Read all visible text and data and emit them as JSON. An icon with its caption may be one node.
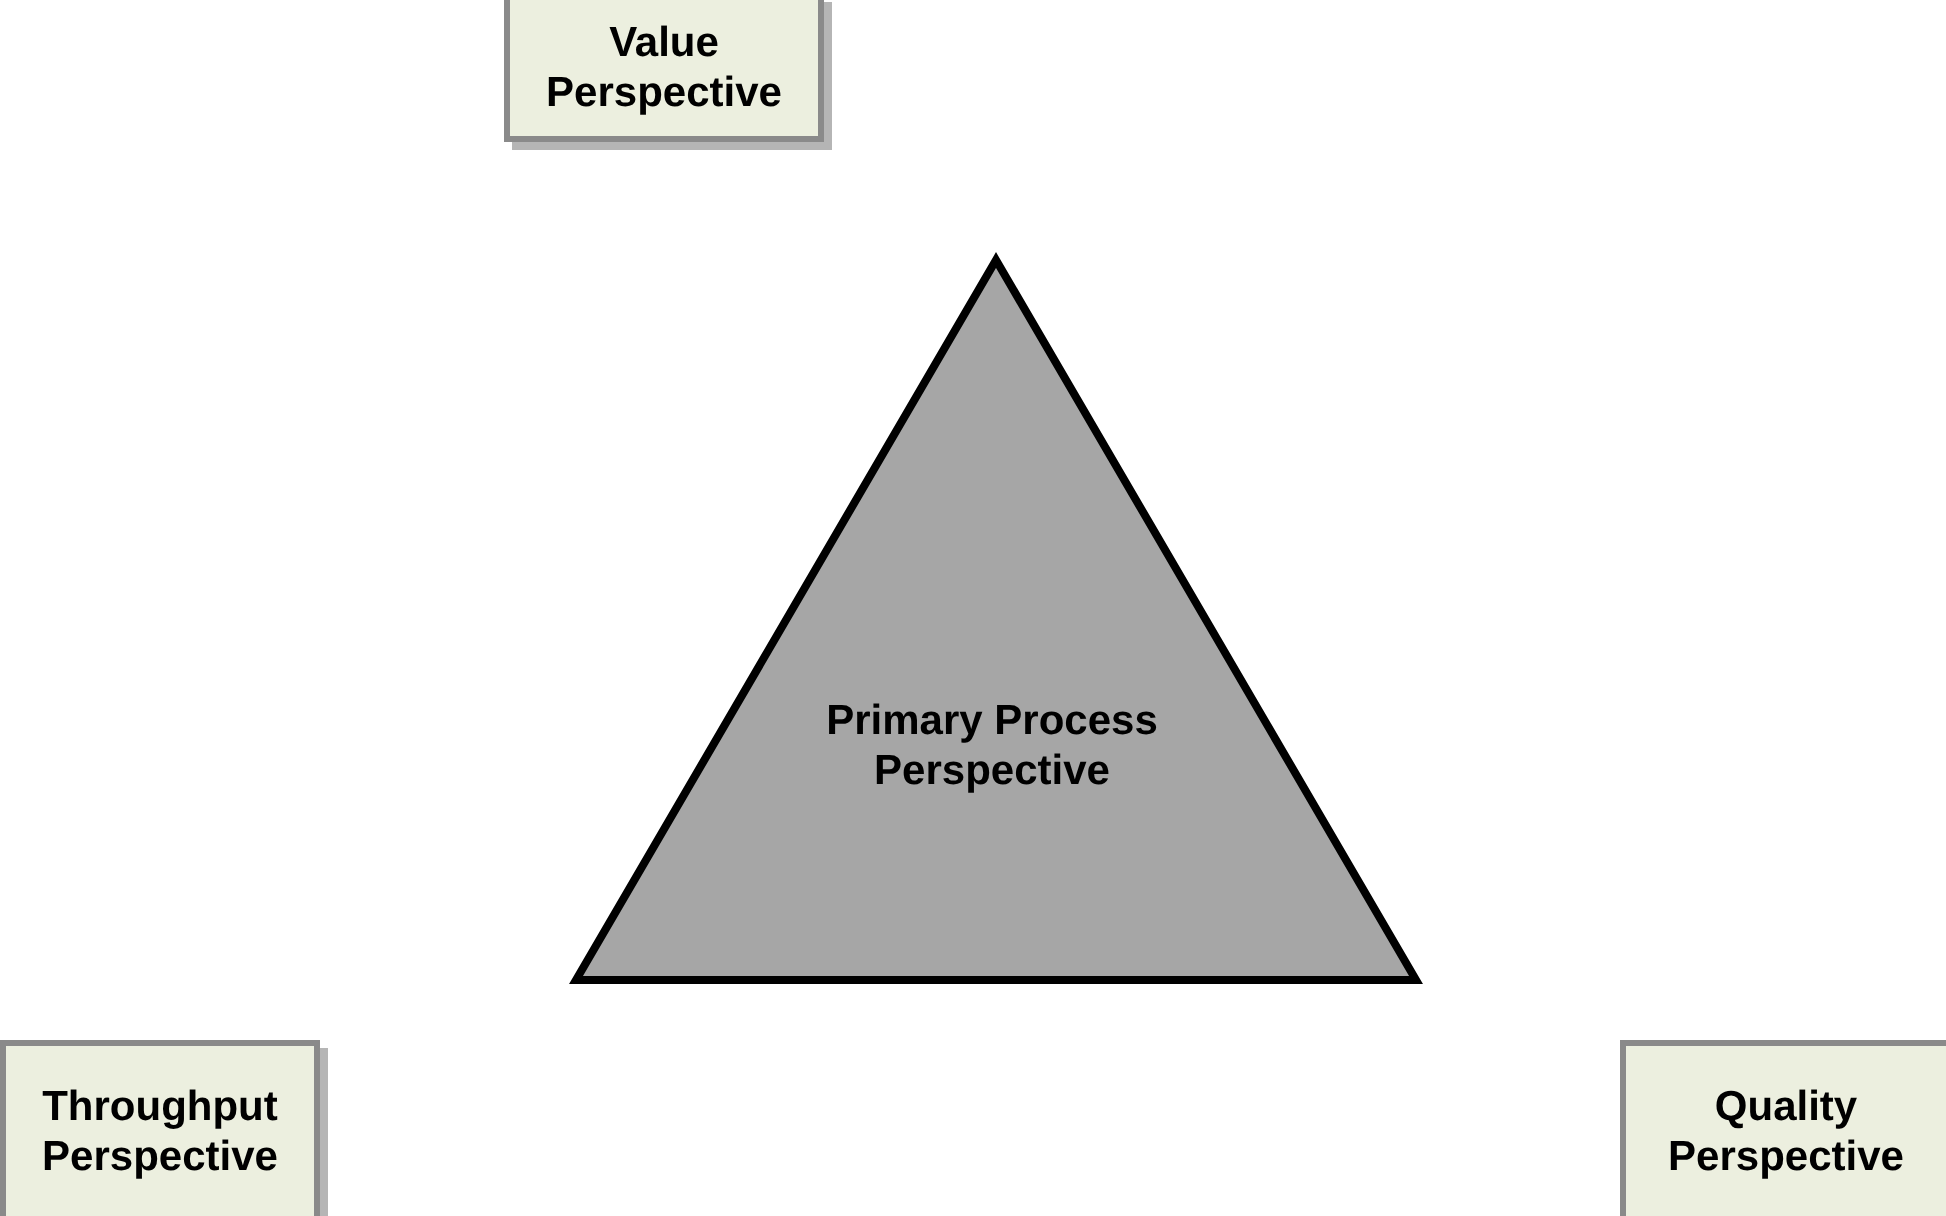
{
  "diagram": {
    "nodes": [
      {
        "text": [
          "Value Perspective"
        ]
      },
      {
        "text": [
          "Primary Process Perspective"
        ]
      },
      {
        "text": [
          "Throughput Perspective"
        ]
      },
      {
        "text": [
          "Quality Perspective"
        ]
      }
    ],
    "edges": []
  }
}
